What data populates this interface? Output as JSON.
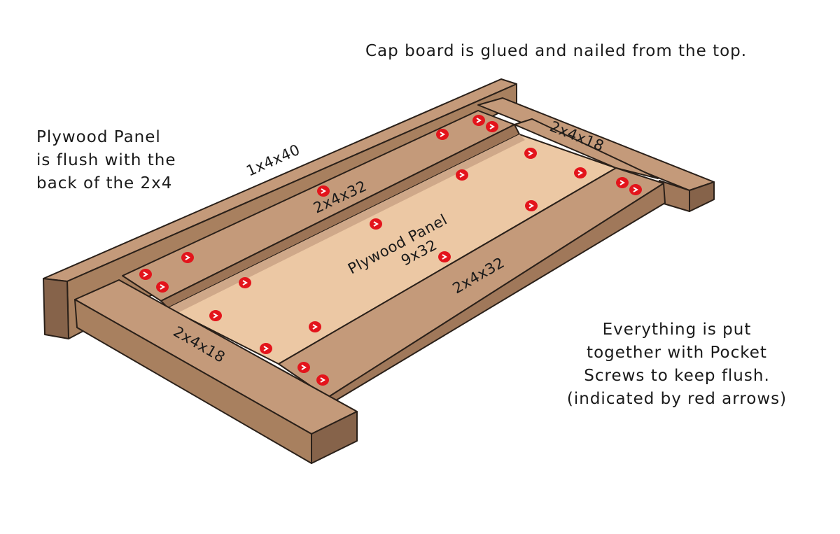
{
  "notes": {
    "top": "Cap board is glued and nailed from  the top.",
    "left": "Plywood Panel\nis flush with the\nback of the 2x4",
    "right": "Everything is put\ntogether with Pocket\nScrews to keep flush.\n(indicated by red arrows)"
  },
  "parts": {
    "cap_board": "1x4x40",
    "back_rail": "2x4x32",
    "front_rail": "2x4x32",
    "left_end": "2x4x18",
    "right_end": "2x4x18",
    "panel_line1": "Plywood Panel",
    "panel_line2": "9x32"
  },
  "colors": {
    "wood_top": "#c49a7a",
    "wood_side": "#a0785a",
    "wood_dark": "#86634a",
    "plywood": "#ecc8a4",
    "screw_marker": "#e3141b"
  }
}
